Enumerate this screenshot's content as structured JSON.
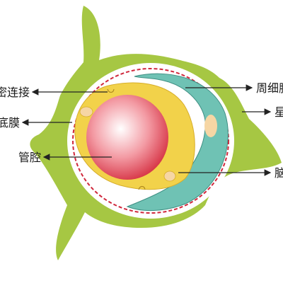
{
  "labels": {
    "tight_junction": "紧密连接",
    "basement_membrane": "基底膜",
    "lumen": "管腔",
    "pericyte": "周细胞",
    "astrocyte_endfoot": "星形胶质细胞",
    "brain": "脑"
  },
  "colors": {
    "astrocyte": "#a6c743",
    "endothelium": "#f2d24a",
    "lumen_center": "#ffffff",
    "lumen_edge": "#d8394a",
    "pericyte": "#6fc2b4",
    "nucleus": "#f6d6a4",
    "basement_membrane_dash": "#d0283c",
    "arrow": "#222222"
  }
}
